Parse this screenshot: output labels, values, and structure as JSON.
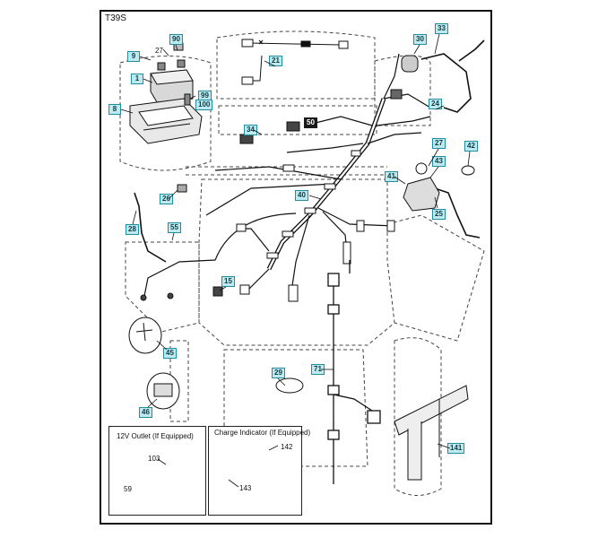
{
  "model": "T39S",
  "callouts": {
    "c90": "90",
    "c27a": "27",
    "c9": "9",
    "c1": "1",
    "c8": "8",
    "c99": "99",
    "c100": "100",
    "c21": "21",
    "c30": "30",
    "c33": "33",
    "c24": "24",
    "c34": "34",
    "c50": "50",
    "c27b": "27",
    "c42": "42",
    "c43": "43",
    "c41": "41",
    "c26": "26",
    "c40": "40",
    "c25": "25",
    "c28": "28",
    "c55": "55",
    "c15": "15",
    "c45": "45",
    "c29": "29",
    "c71": "71",
    "c46": "46",
    "c141": "141",
    "c103": "103",
    "c59": "59",
    "c142": "142",
    "c143": "143"
  },
  "insets": {
    "outlet_title": "12V Outlet (If Equipped)",
    "charge_title": "Charge Indicator (If Equipped)"
  },
  "colors": {
    "tag_fill": "#bfe9ef",
    "tag_border": "#1f8fa0",
    "line": "#111111"
  }
}
